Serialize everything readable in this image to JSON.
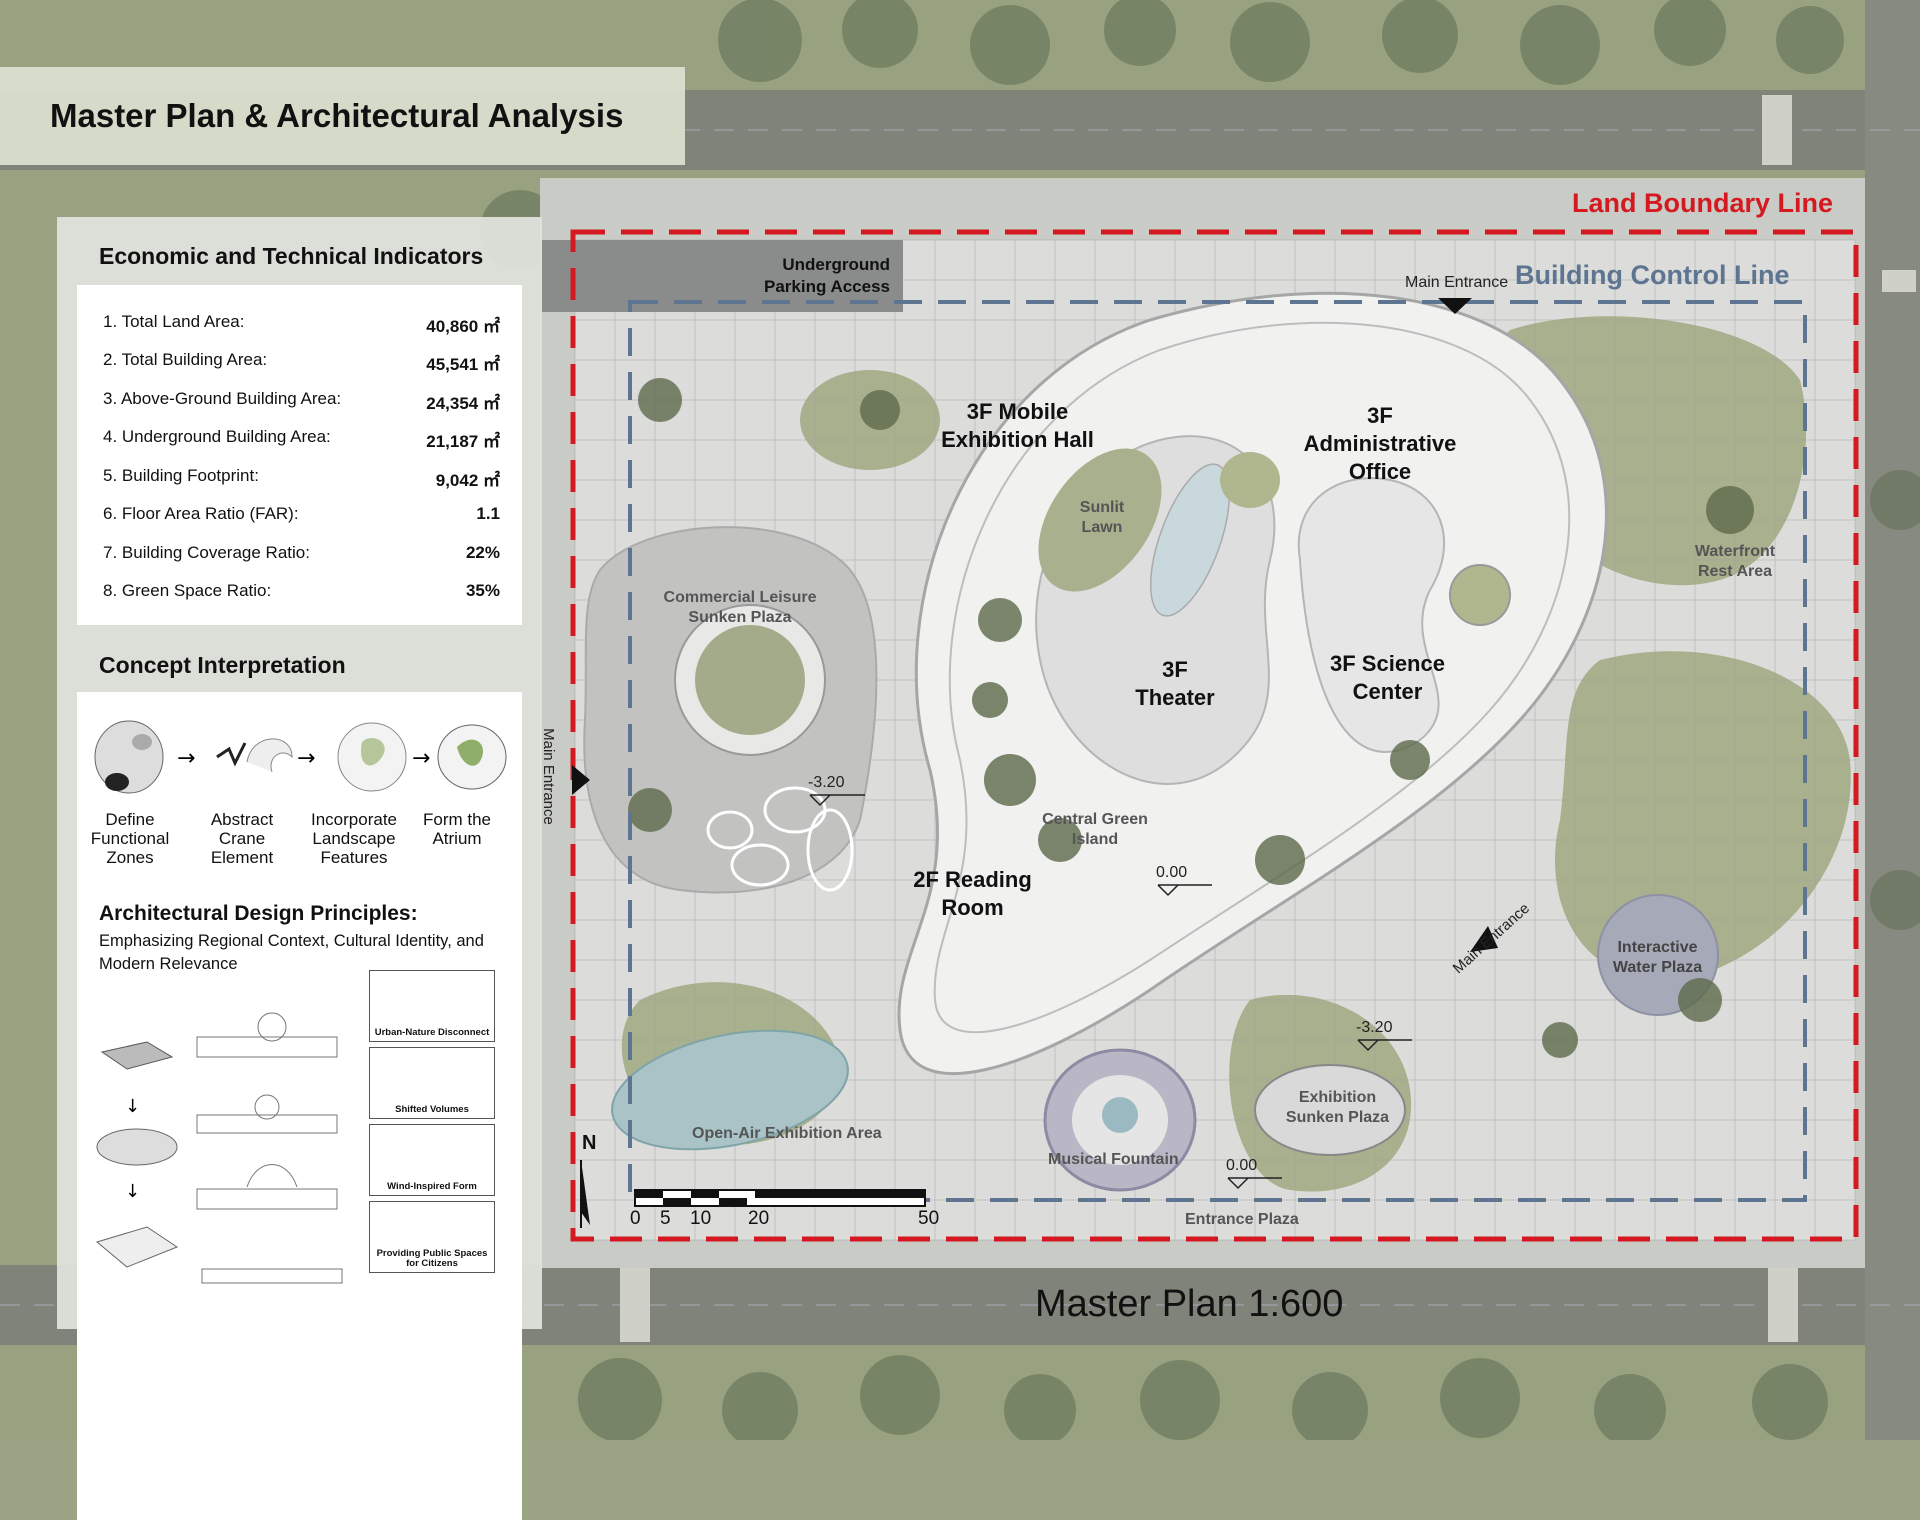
{
  "title": "Master Plan & Architectural Analysis",
  "indicators": {
    "title": "Economic and Technical Indicators",
    "rows": [
      {
        "label": "1. Total Land Area:",
        "value": "40,860 ㎡"
      },
      {
        "label": "2. Total Building Area:",
        "value": "45,541 ㎡"
      },
      {
        "label": "3. Above-Ground Building Area:",
        "value": "24,354 ㎡"
      },
      {
        "label": "4. Underground Building Area:",
        "value": "21,187 ㎡"
      },
      {
        "label": "5. Building Footprint:",
        "value": "9,042 ㎡"
      },
      {
        "label": "6. Floor Area Ratio (FAR):",
        "value": "1.1"
      },
      {
        "label": "7. Building Coverage Ratio:",
        "value": "22%"
      },
      {
        "label": "8. Green Space Ratio:",
        "value": "35%"
      }
    ]
  },
  "concept": {
    "title": "Concept Interpretation",
    "steps": [
      "Define Functional Zones",
      "Abstract Crane Element",
      "Incorporate Landscape Features",
      "Form the Atrium"
    ]
  },
  "principles": {
    "title": "Architectural Design Principles:",
    "subtitle": "Emphasizing Regional Context, Cultural Identity, and Modern Relevance",
    "items": [
      "Urban-Nature Disconnect",
      "Shifted Volumes",
      "Wind-Inspired Form",
      "Providing Public Spaces for Citizens"
    ]
  },
  "plan": {
    "boundary_label": "Land Boundary Line",
    "control_label": "Building Control Line",
    "parking": "Underground Parking Access",
    "entrance": "Main Entrance",
    "rooms": {
      "mobile": "3F Mobile Exhibition Hall",
      "admin": "3F Administrative Office",
      "theater": "3F Theater",
      "science": "3F Science Center",
      "reading": "2F Reading Room"
    },
    "zones": {
      "sunlit": "Sunlit Lawn",
      "commercial": "Commercial Leisure Sunken Plaza",
      "waterfront": "Waterfront Rest Area",
      "central": "Central Green Island",
      "interactive": "Interactive Water Plaza",
      "exhibition_sunken": "Exhibition Sunken Plaza",
      "open_air": "Open-Air Exhibition Area",
      "fountain": "Musical Fountain",
      "entrance_plaza": "Entrance Plaza"
    },
    "elevations": {
      "e1": "-3.20",
      "e2": "0.00",
      "e3": "-3.20",
      "e4": "0.00"
    },
    "north": "N",
    "scale_title": "Master Plan 1:600",
    "scale_ticks": [
      "0",
      "5",
      "10",
      "20",
      "50"
    ]
  },
  "colors": {
    "boundary": "#d41920",
    "control": "#5e7591"
  }
}
